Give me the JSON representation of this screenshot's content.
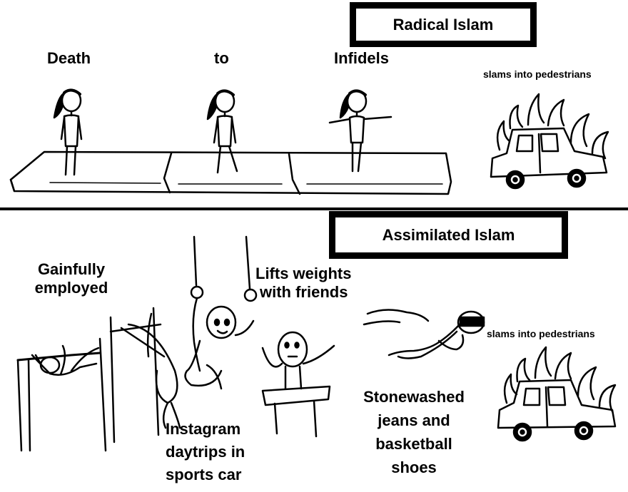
{
  "top_panel": {
    "banner": "Radical Islam",
    "words": [
      "Death",
      "to",
      "Infidels"
    ],
    "car_caption": "slams into pedestrians"
  },
  "bottom_panel": {
    "banner": "Assimilated Islam",
    "label_gainfully": [
      "Gainfully",
      "employed"
    ],
    "label_lifts": [
      "Lifts weights",
      "with friends"
    ],
    "label_instagram": [
      "Instagram",
      "daytrips in",
      "sports car"
    ],
    "label_stonewashed": [
      "Stonewashed",
      "jeans and",
      "basketball",
      "shoes"
    ],
    "car_caption": "slams into pedestrians"
  },
  "colors": {
    "ink": "#000000",
    "paper": "#ffffff"
  }
}
